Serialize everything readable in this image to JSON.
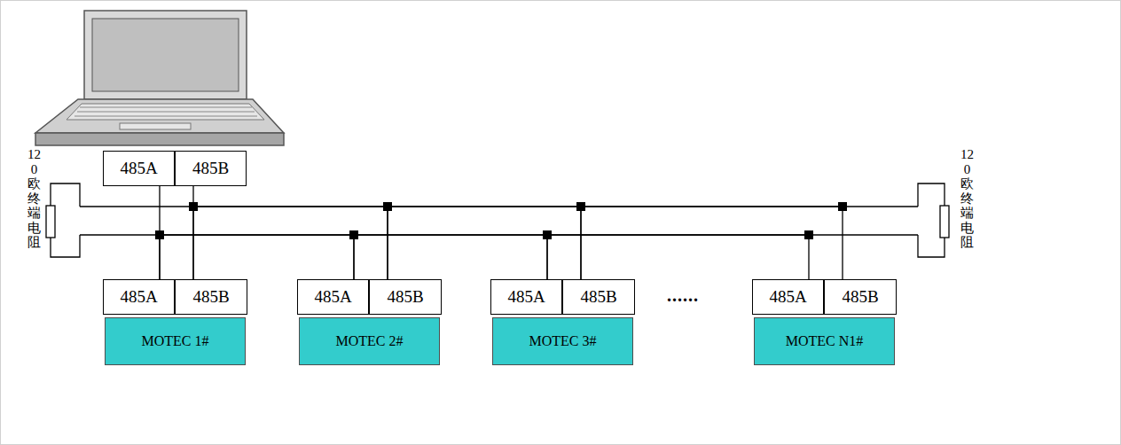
{
  "diagram": {
    "nodes": [
      {
        "text": [
          "485A"
        ]
      },
      {
        "text": [
          "485B"
        ]
      },
      {
        "text": [
          "485A"
        ]
      },
      {
        "text": [
          "485B"
        ]
      },
      {
        "text": [
          "MOTEC 1#"
        ]
      },
      {
        "text": [
          "485A"
        ]
      },
      {
        "text": [
          "485B"
        ]
      },
      {
        "text": [
          "MOTEC 2#"
        ]
      },
      {
        "text": [
          "485A"
        ]
      },
      {
        "text": [
          "485B"
        ]
      },
      {
        "text": [
          "MOTEC 3#"
        ]
      },
      {
        "text": [
          "485A"
        ]
      },
      {
        "text": [
          "485B"
        ]
      },
      {
        "text": [
          "MOTEC N1#"
        ]
      }
    ],
    "edges": [
      {
        "from": 0,
        "to": 2,
        "arrow": "none"
      },
      {
        "from": 2,
        "to": 5,
        "arrow": "none"
      },
      {
        "from": 5,
        "to": 8,
        "arrow": "none"
      },
      {
        "from": 8,
        "to": 11,
        "arrow": "none"
      },
      {
        "from": 1,
        "to": 3,
        "arrow": "none"
      },
      {
        "from": 3,
        "to": 6,
        "arrow": "none"
      },
      {
        "from": 6,
        "to": 9,
        "arrow": "none"
      },
      {
        "from": 9,
        "to": 12,
        "arrow": "none"
      }
    ],
    "labels": [
      "120 欧终端电阻",
      "120 欧终端电阻",
      "......"
    ]
  }
}
